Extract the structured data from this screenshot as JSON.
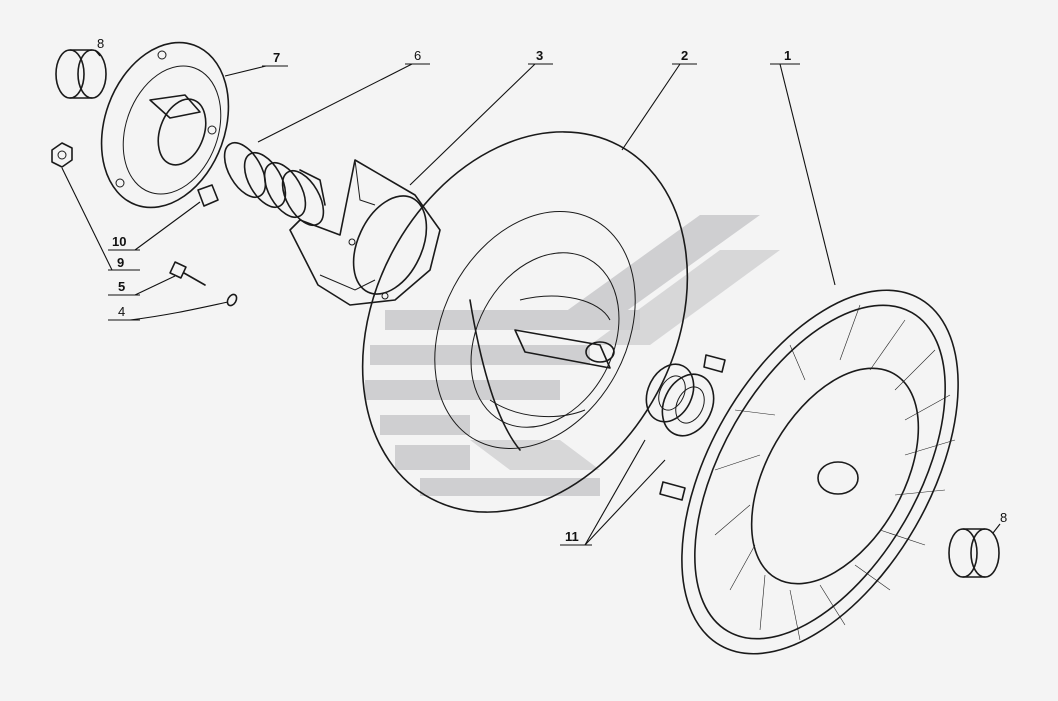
{
  "diagram": {
    "part_labels": {
      "p1": "1",
      "p2": "2",
      "p3": "3",
      "p4": "4",
      "p5": "5",
      "p6": "6",
      "p7": "7",
      "p8a": "8",
      "p8b": "8",
      "p9": "9",
      "p10": "10",
      "p11": "11"
    },
    "watermark_color": "#c9c9cc",
    "ink_color": "#1a1a1a",
    "background_color": "#f4f4f4"
  }
}
